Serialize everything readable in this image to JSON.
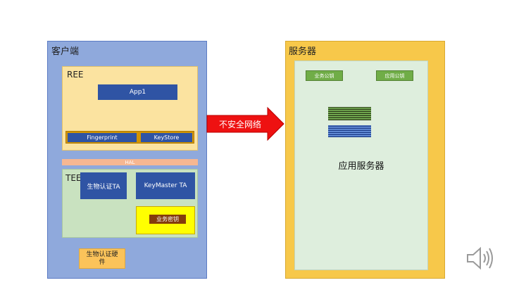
{
  "client": {
    "title": "客户端",
    "ree": {
      "title": "REE",
      "app": "App1",
      "fingerprint": "Fingerprint",
      "keystore": "KeyStore"
    },
    "hal": "HAL",
    "tee": {
      "title": "TEE",
      "bio_ta": "生物认证TA",
      "keymaster_ta": "KeyMaster TA",
      "biz_key": "业务密钥"
    },
    "bio_hw": "生物认证硬件"
  },
  "network": {
    "label": "不安全网络"
  },
  "server": {
    "title": "服务器",
    "biz_pubkey": "业务公钥",
    "app_pubkey": "应用公钥",
    "app_server": "应用服务器"
  },
  "colors": {
    "client_bg": "#8fa9dc",
    "client_border": "#5b7bc4",
    "ree_bg": "#fbe3a0",
    "tee_bg": "#c9e2c0",
    "hal_bg": "#f6b792",
    "blue_box": "#2f54a4",
    "server_bg": "#f7c84a",
    "app_server_bg": "#deeedd",
    "green_box": "#70ad47",
    "arrow": "#ee1111",
    "biz_key_bg": "#ffff00",
    "biz_key_label": "#843c0c"
  },
  "icons": {
    "speaker": "speaker-icon"
  }
}
